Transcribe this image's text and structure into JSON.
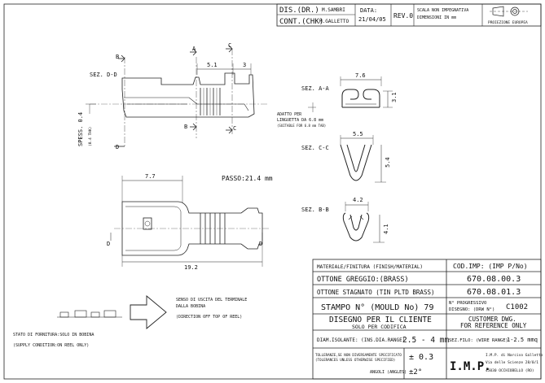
{
  "header": {
    "dis_label": "DIS.(DR.)",
    "dis_name": "M.SAMBRI",
    "cont_label": "CONT.(CHK)",
    "cont_name": "M.GALLETTO",
    "data_label": "DATA:",
    "data_value": "21/04/05",
    "rev": "REV.0",
    "scale_line1": "SCALA NON IMPEGNATIVA",
    "scale_line2": "DIMENSIONI IN mm",
    "projection": "PROIEZIONE EUROPEA"
  },
  "top_view": {
    "dim_5_1": "5.1",
    "dim_3": "3",
    "label_A": "A",
    "label_B": "B",
    "label_C": "C",
    "label_D": "D",
    "section_dd": "SEZ. D-D",
    "thickness": "SPESS. 0.4",
    "thickness_sub": "(0.4 THK)",
    "tab_note_1": "ADATTO PER",
    "tab_note_2": "LINGUETTA DA 6.8 mm",
    "tab_note_3": "(SUITABLE FOR 6.8 mm TAB)"
  },
  "sections": {
    "aa_label": "SEZ. A-A",
    "aa_width": "7.6",
    "aa_height": "3.1",
    "cc_label": "SEZ. C-C",
    "cc_width": "5.5",
    "cc_height": "5.4",
    "bb_label": "SEZ. B-B",
    "bb_width": "4.2",
    "bb_height": "4.1"
  },
  "plan_view": {
    "dim_7_7": "7.7",
    "pitch": "PASSO:21.4 mm",
    "dim_19_2": "19.2"
  },
  "reel": {
    "direction_1": "SENSO DI USCITA DEL TERMINALE",
    "direction_2": "DALLA BOBINA",
    "direction_3": "(DIRECTION OFF TOP OF REEL)",
    "supply_1": "STATO DI FORNITURA:SOLO IN BOBINA",
    "supply_2": "(SUPPLY CONDITION:ON REEL ONLY)"
  },
  "title_block": {
    "material_label": "MATERIALE/FINITURA  (FINISH/MATERIAL)",
    "code_label": "COD.IMP:  (IMP P/No)",
    "raw_material": "OTTONE GREGGIO:(BRASS)",
    "code_raw": "670.08.00.3",
    "tinned_material": "OTTONE STAGNATO (TIN PLTD BRASS)",
    "code_tinned": "670.08.01.3",
    "mould": "STAMPO N° (MOULD No) 79",
    "progressive_label_1": "N° PROGRESSIVO",
    "progressive_label_2": "DISEGNO: (DRW N°)",
    "progressive_value": "C1002",
    "drawing_title_1": "DISEGNO PER IL CLIENTE",
    "drawing_title_2": "SOLO PER CODIFICA",
    "customer_1": "CUSTOMER DWG.",
    "customer_2": "FOR REFERENCE ONLY",
    "insulation_label": "DIAM.ISOLANTE: (INS.DIA.RANGE)",
    "insulation_value": "2.5 - 4 mm",
    "wire_label": "SEZ.FILO: (WIRE RANGE)",
    "wire_value": "1-2.5 mmq",
    "tolerance_1": "TOLLERANZE,SE NON DIVERSAMENTE SPECIFICATO",
    "tolerance_2": "(TOLERANCES UNLESS OTHERWISE SPECIFIED)",
    "tolerance_value": "± 0.3",
    "angles_label": "ANGOLI (ANGLES)",
    "angles_value": "±2°",
    "company_logo": "I.M.P.",
    "company_1": "I.M.P. di Narciso Galletto",
    "company_2": "Via delle Scienze 28/0/1",
    "company_3": "45030 OCCHIOBELLO (RO)"
  }
}
